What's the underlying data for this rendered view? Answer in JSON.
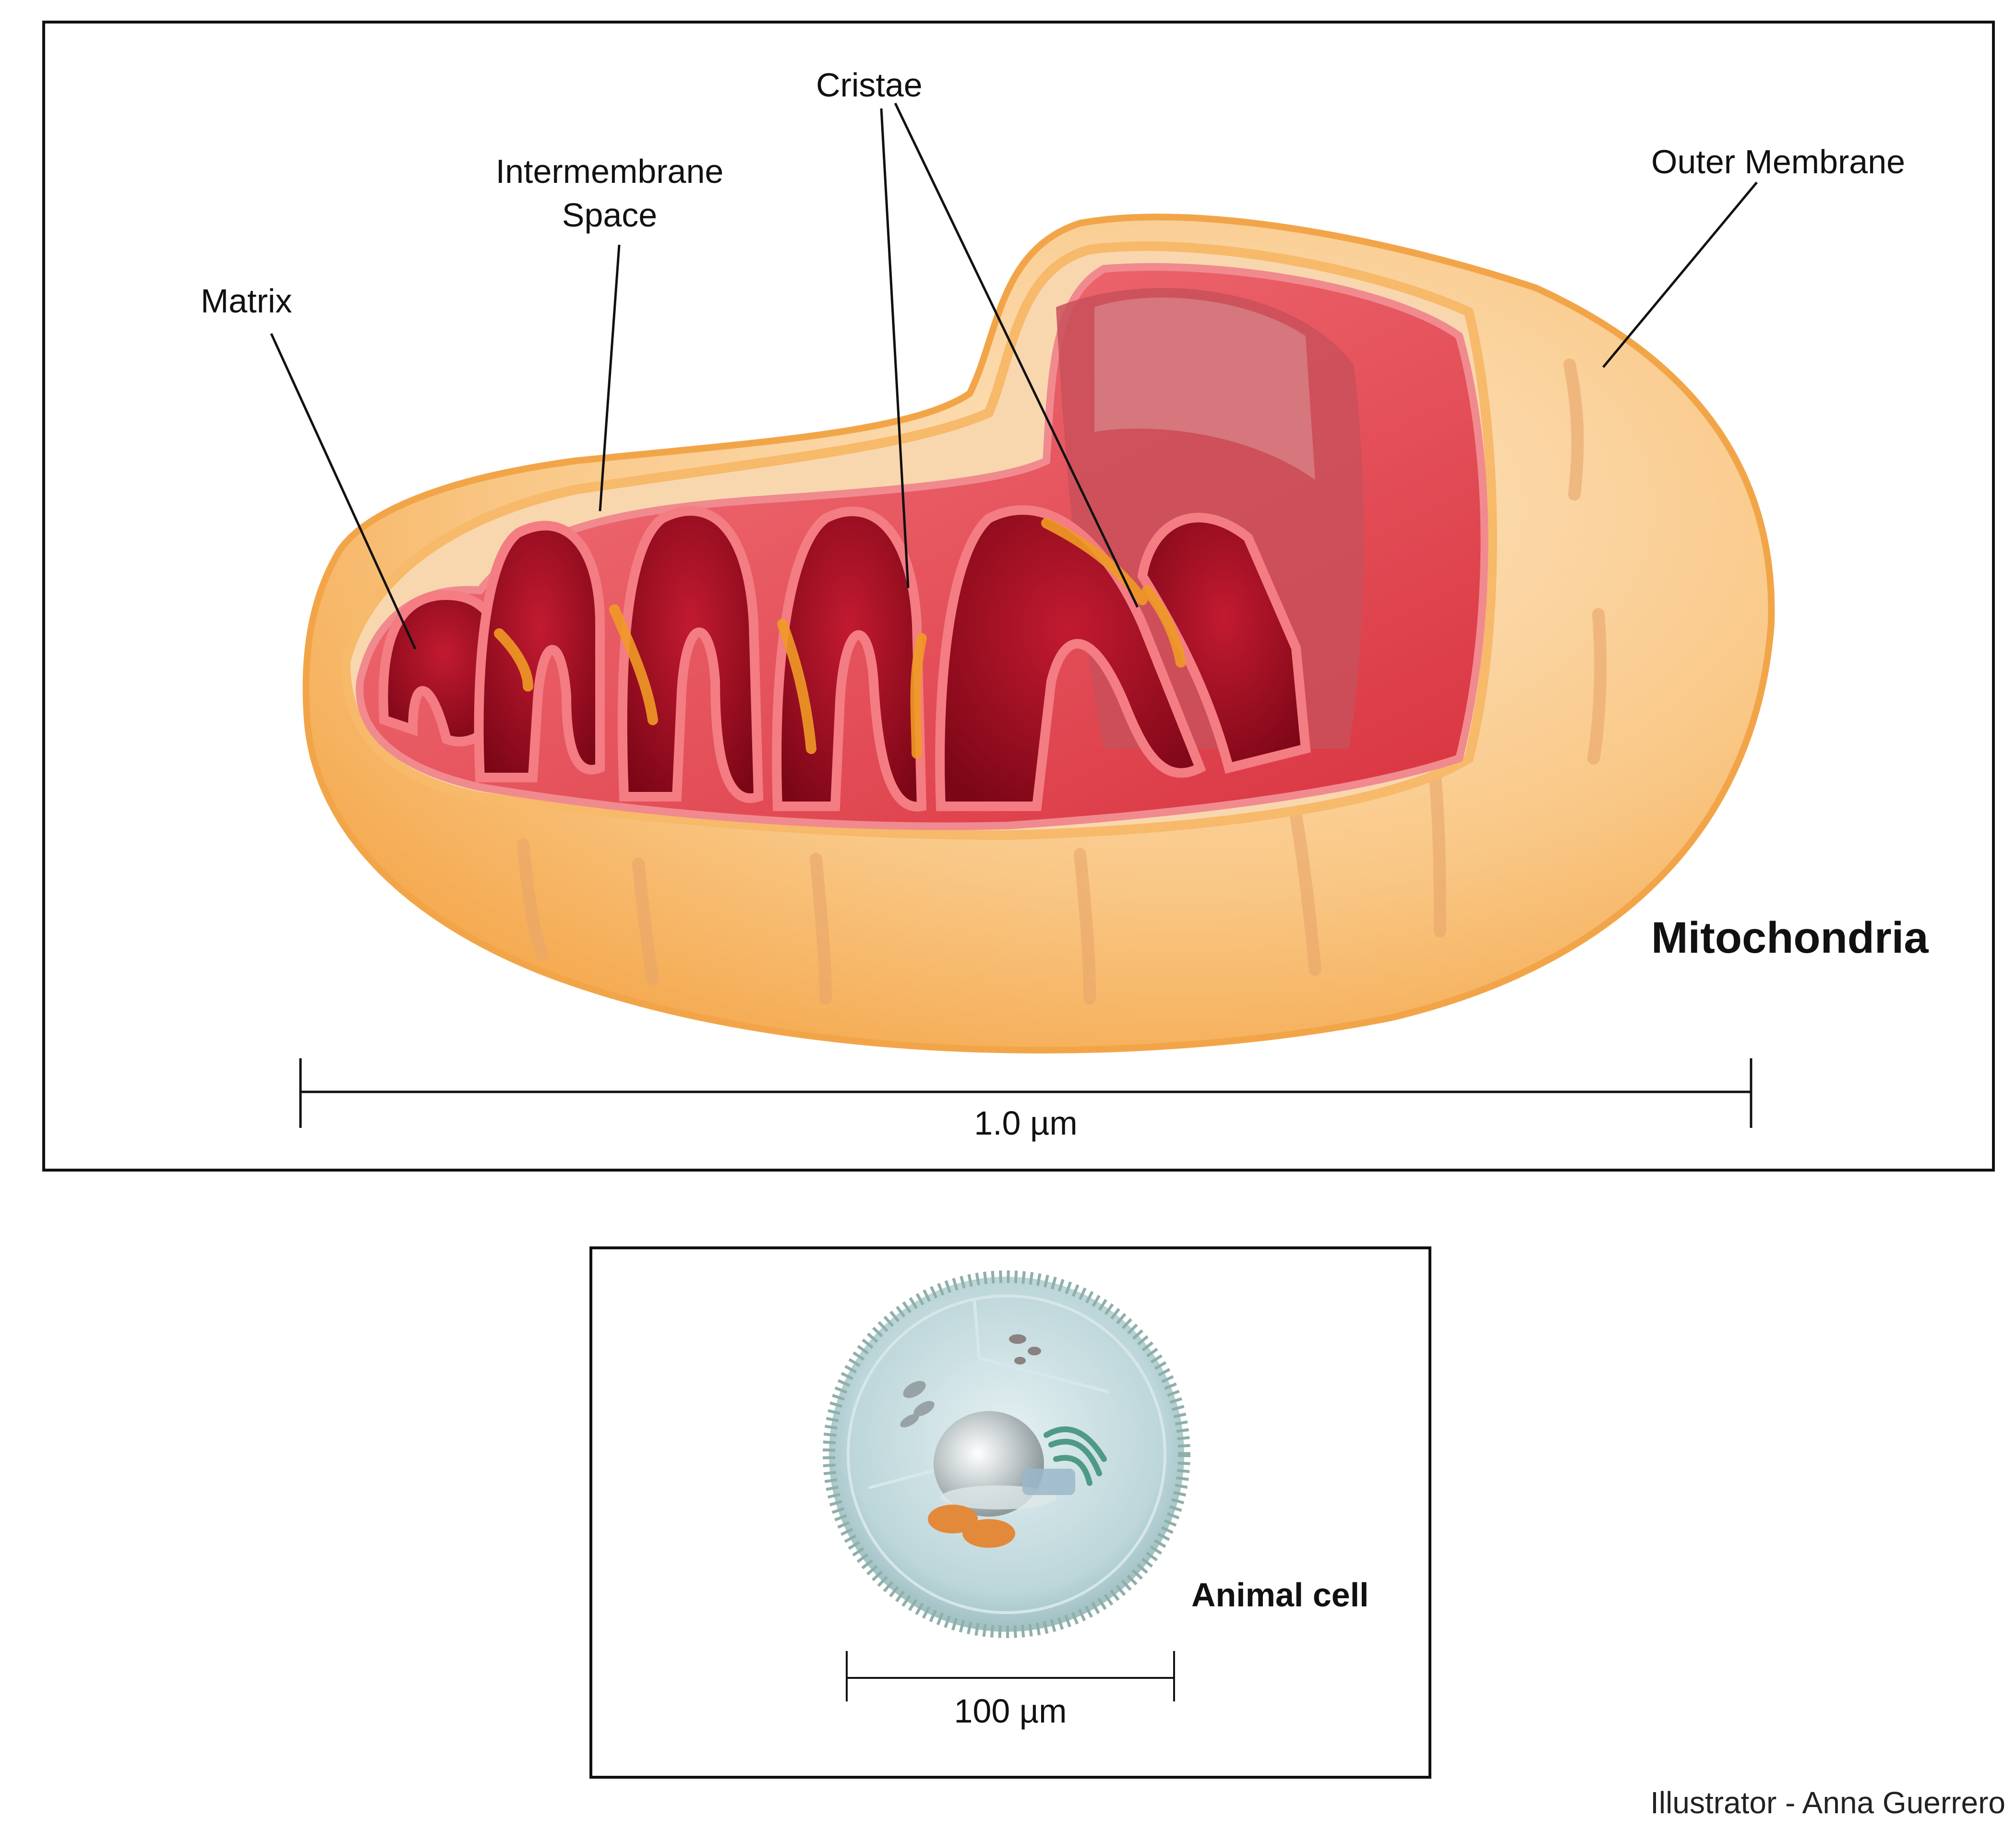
{
  "mitochondrion": {
    "title": "Mitochondria",
    "labels": {
      "matrix": "Matrix",
      "intermembrane_line1": "Intermembrane",
      "intermembrane_line2": "Space",
      "cristae": "Cristae",
      "outer_membrane": "Outer Membrane"
    },
    "scale_bar": "1.0 µm"
  },
  "cell": {
    "title": "Animal cell",
    "scale_bar": "100 µm"
  },
  "credit": "Illustrator - Anna Guerrero",
  "colors": {
    "outer_membrane": "#f7b96a",
    "outer_membrane_light": "#fde0b8",
    "inner_membrane": "#e8555d",
    "matrix_dark": "#a50f24",
    "cristae_highlight": "#f0a030",
    "cell_fill": "#c9dfe2",
    "nucleus": "#b9c2c4",
    "vesicle": "#e38a3a"
  }
}
